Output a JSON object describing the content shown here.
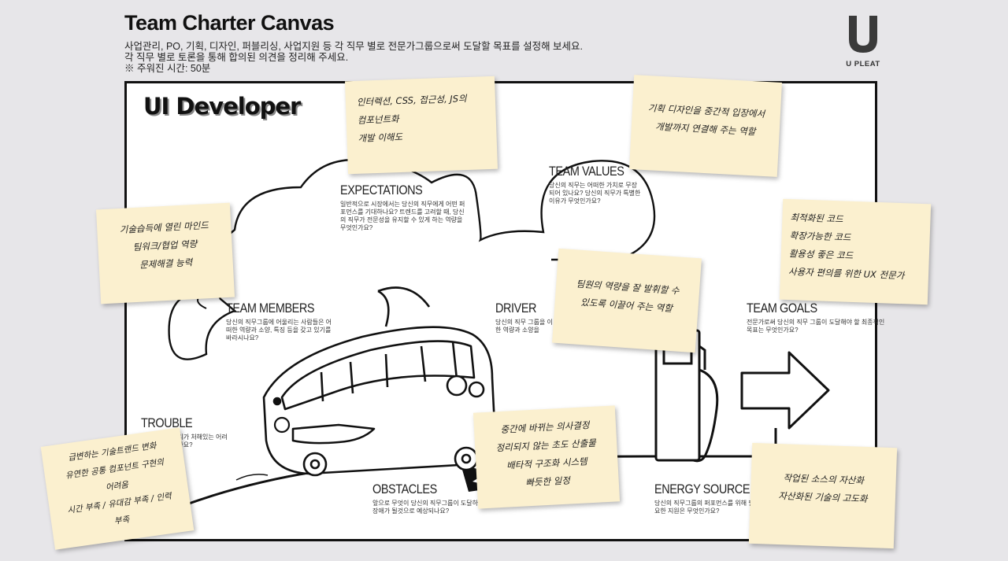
{
  "header": {
    "title": "Team Charter Canvas",
    "desc1": "사업관리, PO, 기획, 디자인, 퍼블리싱, 사업지원 등 각 직무 별로 전문가그룹으로써 도달할 목표를 설정해 보세요.",
    "desc2": "각 직무 별로 토론을 통해 합의된 의견을 정리해 주세요.",
    "desc3": "※ 주워진 시간: 50분"
  },
  "logo": {
    "mark": "U",
    "text": "U PLEAT"
  },
  "role": "UI Developer",
  "sections": {
    "expectations": {
      "title": "EXPECTATIONS",
      "q": "일반적으로 시장에서는 당신의 직무에게 어떤 퍼포먼스를 기대하나요? 트렌드를 고려할 때, 당신의 직무가 전문성을 유지할 수 있게 하는 역량을 무엇인가요?"
    },
    "team_values": {
      "title": "TEAM VALUES",
      "q": "당신의 직무는 어떠한 가치로 무장되어 있나요? 당신의 직무가 특별한 이유가 무엇인가요?"
    },
    "team_members": {
      "title": "TEAM MEMBERS",
      "q": "당신의 직무그룹에 어울리는 사람들은 어떠한 역량과 소양, 특징 등을 갖고 있기를 바라시나요?"
    },
    "driver": {
      "title": "DRIVER",
      "q": "당신의 직무 그룹을 이 어떠한 역량과 소양을"
    },
    "team_goals": {
      "title": "TEAM GOALS",
      "q": "전문가로써 당신의 직무 그룹이 도달해야 할 최종적인 목표는 무엇인가요?"
    },
    "trouble": {
      "title": "TROUBLE",
      "q": "일반적으로 우리가 처해있는 어려움들은 무엇인가요?"
    },
    "obstacles": {
      "title": "OBSTACLES",
      "q": "앞으로 무엇이 당신의 직무그룹이 도달하려는 목표에 가장 큰 장애가 될것으로 예상되나요?"
    },
    "energy_source": {
      "title": "ENERGY SOURCE",
      "q": "당신의 직무그룹의 퍼포먼스를 위해 필요한 지원은 무엇인가요?"
    }
  },
  "notes": {
    "expectations": [
      "인터렉션, CSS, 접근성, JS의",
      "컴포넌트화",
      "개발 이해도"
    ],
    "team_values": [
      "기획 디자인을 중간적 입장에서",
      "개발까지 연결해 주는 역할"
    ],
    "team_members": [
      "기술습득에 열린 마인드",
      "팀워크/협업 역량",
      "문제해결 능력"
    ],
    "driver": [
      "팀원의 역량을 잘 발휘할 수",
      "있도록 이끌어 주는 역할"
    ],
    "team_goals": [
      "최적화된 코드",
      "확장가능한 코드",
      "활용성 좋은 코드",
      "사용자 편의를 위한 UX 전문가"
    ],
    "trouble": [
      "급변하는 기술트랜드 변화",
      "유연한 공통 컴포넌트 구현의",
      "어려움",
      "시간 부족 / 유대감 부족 / 인력",
      "부족"
    ],
    "obstacles": [
      "중간에 바뀌는 의사결정",
      "정리되지 않는 초도 산출물",
      "배타적 구조화 시스템",
      "빠듯한 일정"
    ],
    "energy_source": [
      "작업된 소스의 자산화",
      "자산화된 기술의 고도화"
    ]
  }
}
